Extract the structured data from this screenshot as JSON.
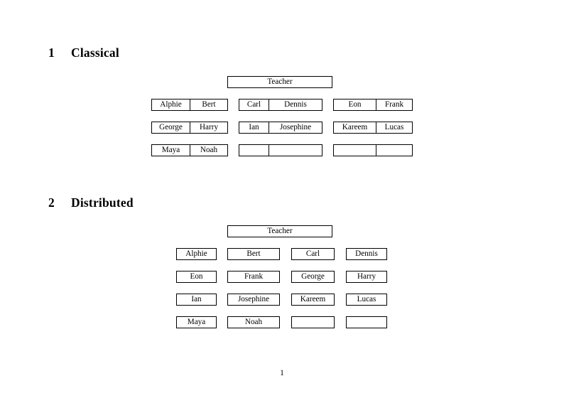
{
  "document": {
    "page_number": "1"
  },
  "sections": [
    {
      "number": "1",
      "title": "Classical",
      "root": {
        "label": "Teacher"
      },
      "layout": "joined-two-column-groups",
      "groups": [
        {
          "rows": [
            [
              "Alphie",
              "Bert"
            ],
            [
              "George",
              "Harry"
            ],
            [
              "Maya",
              "Noah"
            ]
          ]
        },
        {
          "rows": [
            [
              "Carl",
              "Dennis"
            ],
            [
              "Ian",
              "Josephine"
            ],
            [
              "",
              ""
            ]
          ]
        },
        {
          "rows": [
            [
              "Eon",
              "Frank"
            ],
            [
              "Kareem",
              "Lucas"
            ],
            [
              "",
              ""
            ]
          ]
        }
      ]
    },
    {
      "number": "2",
      "title": "Distributed",
      "root": {
        "label": "Teacher"
      },
      "layout": "separate-boxes-four-columns",
      "rows": [
        [
          "Alphie",
          "Bert",
          "Carl",
          "Dennis"
        ],
        [
          "Eon",
          "Frank",
          "George",
          "Harry"
        ],
        [
          "Ian",
          "Josephine",
          "Kareem",
          "Lucas"
        ],
        [
          "Maya",
          "Noah",
          "",
          ""
        ]
      ]
    }
  ],
  "colors": {
    "page_background": "#ffffff",
    "text": "#000000",
    "box_border": "#000000"
  }
}
